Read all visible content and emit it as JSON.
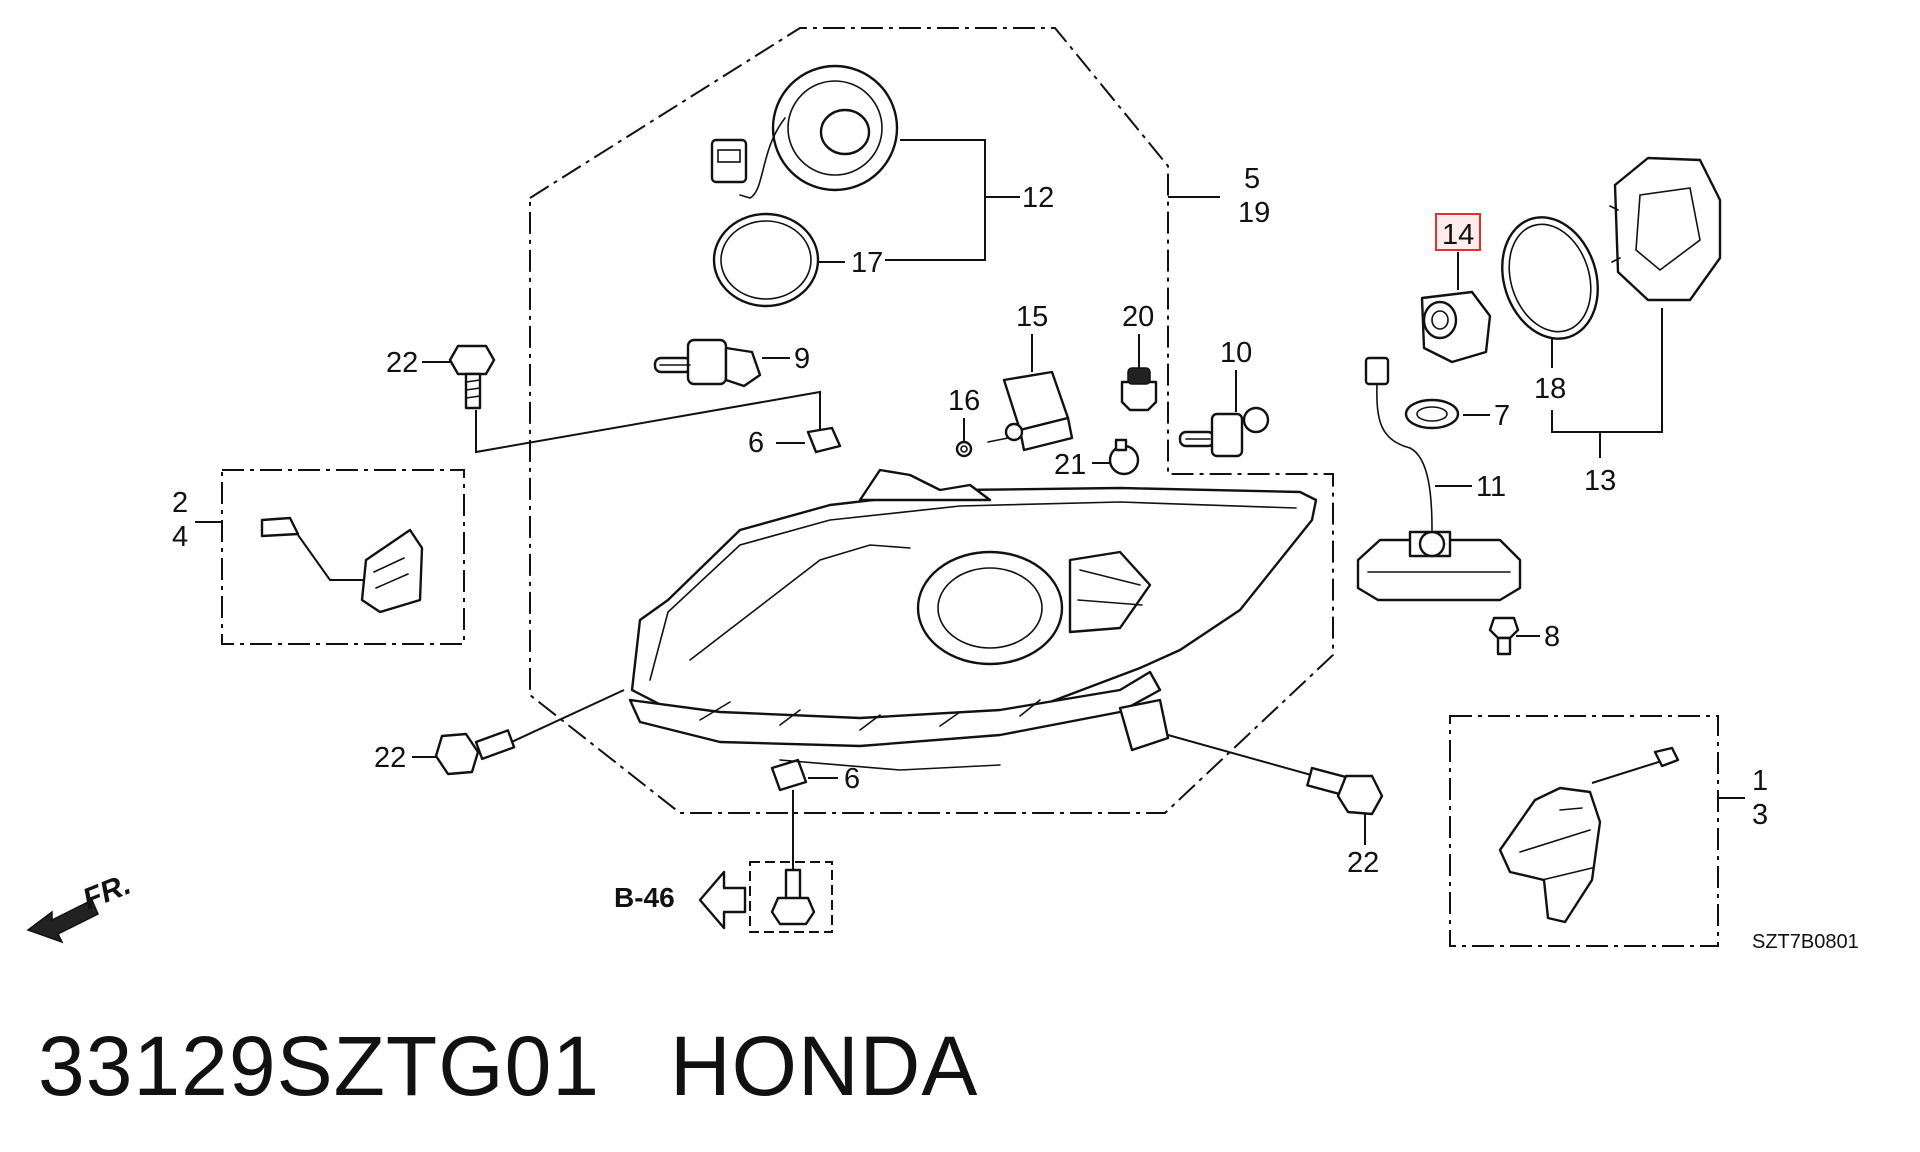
{
  "diagram": {
    "callouts": {
      "c1": "1",
      "c2": "2",
      "c3": "3",
      "c4": "4",
      "c5": "5",
      "c6a": "6",
      "c6b": "6",
      "c7": "7",
      "c8": "8",
      "c9": "9",
      "c10": "10",
      "c11": "11",
      "c12": "12",
      "c13": "13",
      "c14": "14",
      "c15": "15",
      "c16": "16",
      "c17": "17",
      "c18": "18",
      "c19": "19",
      "c20": "20",
      "c21": "21",
      "c22a": "22",
      "c22b": "22",
      "c22c": "22"
    },
    "highlighted_callout": "14",
    "see_also_ref": "B-46",
    "direction_label": "FR.",
    "drawing_code": "SZT7B0801"
  },
  "footer": {
    "part_number": "33129SZTG01",
    "brand": "HONDA"
  },
  "colors": {
    "line": "#111111",
    "highlight_border": "#e03030",
    "highlight_fill": "#ffc8c8"
  }
}
